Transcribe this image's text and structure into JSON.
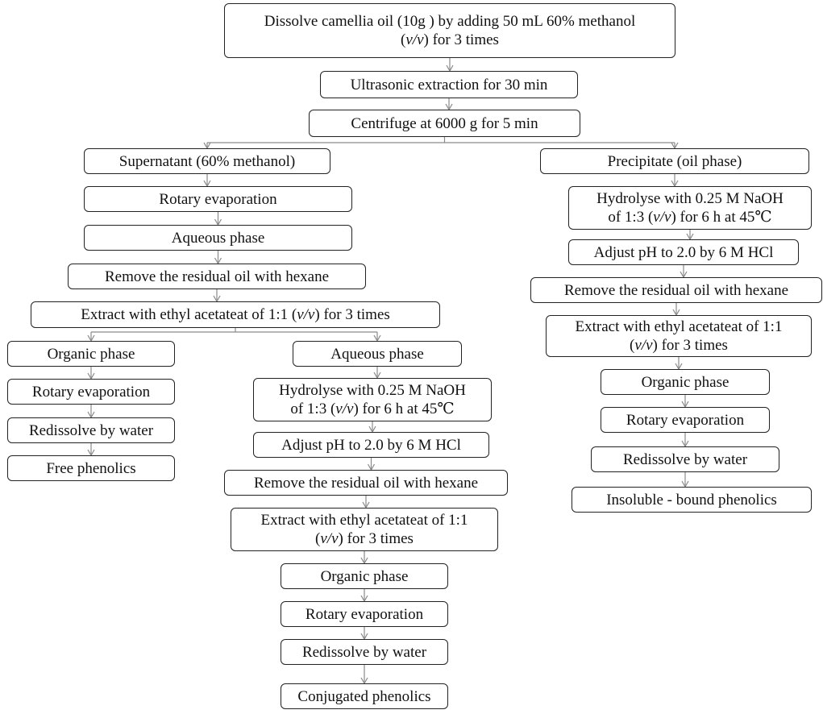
{
  "nodes": {
    "n1": {
      "l1a": "Dissolve camellia oil (10g ) by adding 50 mL 60% methanol",
      "l2a": "(",
      "l2em": "v/v",
      "l2b": ") for 3 times"
    },
    "n2": {
      "text": "Ultrasonic extraction for 30 min"
    },
    "n3": {
      "text": "Centrifuge at 6000 g for 5 min"
    },
    "s1": {
      "text": "Supernatant (60% methanol)"
    },
    "s2": {
      "text": "Rotary evaporation"
    },
    "s3": {
      "text": "Aqueous phase"
    },
    "s4": {
      "text": "Remove the residual oil with hexane"
    },
    "s5": {
      "a": "Extract with ethyl acetateat of 1:1 (",
      "em": "v/v",
      "b": ") for 3 times"
    },
    "o1": {
      "text": "Organic phase"
    },
    "o2": {
      "text": "Rotary evaporation"
    },
    "o3": {
      "text": "Redissolve by water"
    },
    "o4": {
      "text": "Free phenolics"
    },
    "a1": {
      "text": "Aqueous phase"
    },
    "a2": {
      "l1": "Hydrolyse with 0.25 M NaOH",
      "l2a": "of 1:3 (",
      "l2em": "v/v",
      "l2b": ")  for 6 h at 45℃"
    },
    "a3": {
      "text": "Adjust pH to 2.0 by 6 M HCl"
    },
    "a4": {
      "text": "Remove the residual oil with hexane"
    },
    "a5": {
      "l1": "Extract with ethyl acetateat of 1:1",
      "l2a": "(",
      "l2em": "v/v",
      "l2b": ") for 3 times"
    },
    "a6": {
      "text": "Organic phase"
    },
    "a7": {
      "text": "Rotary evaporation"
    },
    "a8": {
      "text": "Redissolve by water"
    },
    "a9": {
      "text": "Conjugated phenolics"
    },
    "p1": {
      "text": "Precipitate (oil phase)"
    },
    "p2": {
      "l1": "Hydrolyse with 0.25 M NaOH",
      "l2a": "of 1:3 (",
      "l2em": "v/v",
      "l2b": ")  for 6 h at 45℃"
    },
    "p3": {
      "text": "Adjust pH to 2.0 by 6 M HCl"
    },
    "p4": {
      "text": "Remove the residual oil with hexane"
    },
    "p5": {
      "l1": "Extract with ethyl acetateat of 1:1",
      "l2a": "(",
      "l2em": "v/v",
      "l2b": ") for 3 times"
    },
    "p6": {
      "text": "Organic phase"
    },
    "p7": {
      "text": "Rotary evaporation"
    },
    "p8": {
      "text": "Redissolve by water"
    },
    "p9": {
      "text": "Insoluble - bound phenolics"
    }
  },
  "colors": {
    "line": "#8a8a8a",
    "border": "#222222",
    "text": "#111111"
  }
}
